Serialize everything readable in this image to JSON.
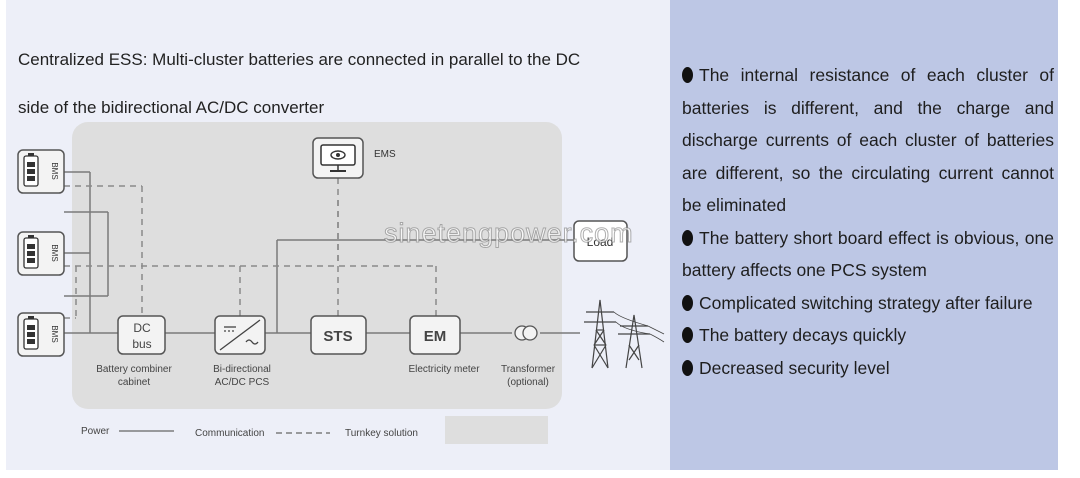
{
  "intro": {
    "line1": "Centralized ESS: Multi-cluster batteries are connected in parallel to the DC",
    "line2": "side of the bidirectional AC/DC converter"
  },
  "diagram": {
    "ems_label": "EMS",
    "bms_label": "BMS",
    "dc_bus_line1": "DC",
    "dc_bus_line2": "bus",
    "sts_label": "STS",
    "em_label": "EM",
    "load_label": "Load",
    "combiner_line1": "Battery combiner",
    "combiner_line2": "cabinet",
    "pcs_line1": "Bi-directional",
    "pcs_line2": "AC/DC PCS",
    "meter_label": "Electricity meter",
    "transformer_line1": "Transformer",
    "transformer_line2": "(optional)",
    "legend_power": "Power",
    "legend_communication": "Communication",
    "legend_turnkey": "Turnkey solution"
  },
  "points": [
    "The internal resistance of each cluster of batteries is different, and the charge and discharge currents of each cluster of batteries are different, so the circulating current cannot be eliminated",
    "The battery short board effect is obvious, one battery affects one PCS system",
    "Complicated switching strategy after failure",
    "The battery decays quickly",
    "Decreased security level"
  ],
  "watermark": "sinetengpower.com",
  "colors": {
    "left_panel": "#edeff8",
    "right_panel": "#bdc7e5",
    "diagram_area": "#dcdcdc",
    "line": "#777777"
  }
}
